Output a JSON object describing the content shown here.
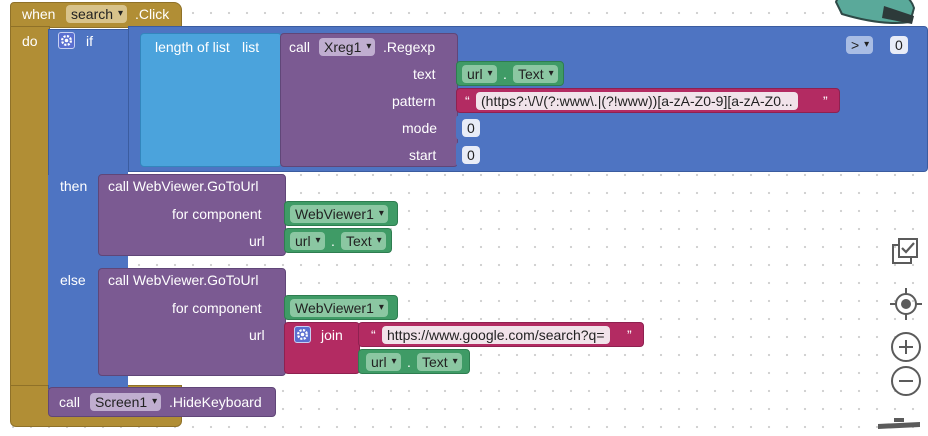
{
  "event_block": {
    "when": "when",
    "component": "search",
    "event": ".Click",
    "do": "do"
  },
  "if_block": {
    "label": "if",
    "then": "then",
    "else": "else"
  },
  "length_block": {
    "label": "length of list",
    "list": "list"
  },
  "regexp_call": {
    "call": "call",
    "component": "Xreg1",
    "method": ".Regexp",
    "text_label": "text",
    "pattern_label": "pattern",
    "mode_label": "mode",
    "start_label": "start",
    "text_component": "url",
    "text_property": "Text",
    "pattern_value": "(https?:\\/\\/(?:www\\.|(?!www))[a-zA-Z0-9][a-zA-Z0...",
    "mode_value": "0",
    "start_value": "0"
  },
  "compare": {
    "operator": ">",
    "value": "0"
  },
  "then_call": {
    "call_text": "call WebViewer.GoToUrl",
    "for_component_label": "for component",
    "component": "WebViewer1",
    "url_label": "url",
    "url_component": "url",
    "url_property": "Text"
  },
  "else_call": {
    "call_text": "call WebViewer.GoToUrl",
    "for_component_label": "for component",
    "component": "WebViewer1",
    "url_label": "url",
    "join_label": "join",
    "string_value": "https://www.google.com/search?q=",
    "url_component": "url",
    "url_property": "Text"
  },
  "hide_keyboard": {
    "call": "call",
    "component": "Screen1",
    "method": ".HideKeyboard"
  },
  "quote_open": "“",
  "quote_close": "”",
  "dot": ".",
  "workspace_controls": [
    "backpack-icon",
    "trash-icon",
    "center-icon",
    "zoom-in-icon",
    "zoom-out-icon",
    "checkbox-icon"
  ],
  "colors": {
    "event": "#b18e35",
    "control": "#4e74c2",
    "list": "#4ba3dc",
    "procedure_call": "#7b5a92",
    "component": "#3f9b66",
    "text": "#b32b62"
  }
}
